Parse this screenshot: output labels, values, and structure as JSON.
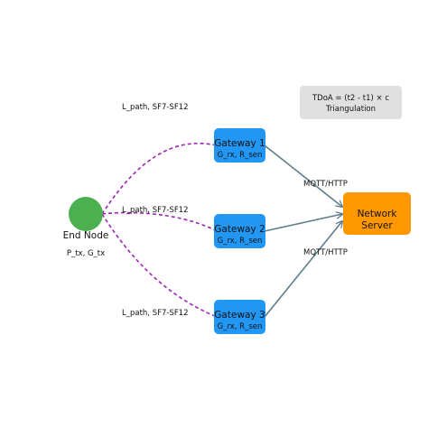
{
  "colors": {
    "end_node": "#4caf50",
    "gateway": "#2196f3",
    "server": "#ff9800",
    "info_box": "#e0e0e0",
    "radio_link": "#9c27b0",
    "backhaul_link": "#607d8b"
  },
  "end_node": {
    "name": "End Node",
    "params": "P_tx, G_tx"
  },
  "gateways": [
    {
      "name": "Gateway 1",
      "params": "G_rx, R_sen",
      "link_label": "L_path, SF7-SF12"
    },
    {
      "name": "Gateway 2",
      "params": "G_rx, R_sen",
      "link_label": "L_path, SF7-SF12"
    },
    {
      "name": "Gateway 3",
      "params": "G_rx, R_sen",
      "link_label": "L_path, SF7-SF12"
    }
  ],
  "backhaul_labels": [
    "MQTT/HTTP",
    "MQTT/HTTP"
  ],
  "server": {
    "line1": "Network",
    "line2": "Server"
  },
  "info_box": {
    "line1": "TDoA = (t2 - t1) × c",
    "line2": "Triangulation"
  }
}
